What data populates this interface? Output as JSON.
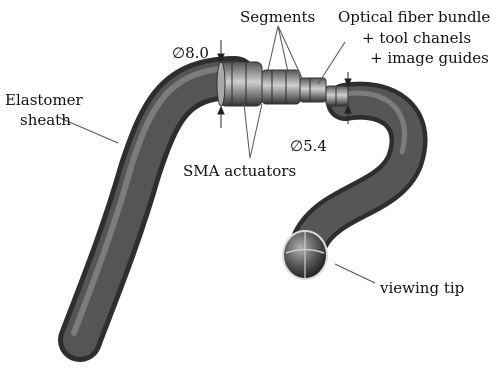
{
  "labels": {
    "segments": "Segments",
    "optical_line1": "Optical fiber bundle",
    "optical_line2": "+ tool chanels",
    "optical_line3": "+ image guides",
    "diameter_large": "∅8.0",
    "diameter_small": "∅5.4",
    "elastomer_line1": "Elastomer",
    "elastomer_line2": "sheath",
    "sma": "SMA actuators",
    "viewing_tip": "viewing tip"
  },
  "colors": {
    "sheath": "#4a4a4a",
    "sheath_highlight": "#8a8a8a",
    "actuator": "#777777",
    "lead_line": "#555555"
  }
}
